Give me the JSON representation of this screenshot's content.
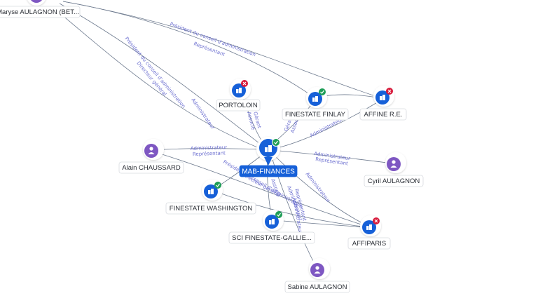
{
  "graph": {
    "center": {
      "name": "MAB-FINANCES"
    },
    "nodes": [
      {
        "id": "maryse",
        "label": "Maryse AULAGNON (BET...",
        "type": "person",
        "status": "none"
      },
      {
        "id": "portoloin",
        "label": "PORTOLOIN",
        "type": "company",
        "status": "inactive"
      },
      {
        "id": "finlay",
        "label": "FINESTATE FINLAY",
        "type": "company",
        "status": "active"
      },
      {
        "id": "affine",
        "label": "AFFINE R.E.",
        "type": "company",
        "status": "inactive"
      },
      {
        "id": "alain",
        "label": "Alain CHAUSSARD",
        "type": "person",
        "status": "none"
      },
      {
        "id": "cyril",
        "label": "Cyril AULAGNON",
        "type": "person",
        "status": "none"
      },
      {
        "id": "washington",
        "label": "FINESTATE WASHINGTON",
        "type": "company",
        "status": "active"
      },
      {
        "id": "gallie",
        "label": "SCI FINESTATE-GALLIE...",
        "type": "company",
        "status": "active"
      },
      {
        "id": "affiparis",
        "label": "AFFIPARIS",
        "type": "company",
        "status": "inactive"
      },
      {
        "id": "sabine",
        "label": "Sabine AULAGNON",
        "type": "person",
        "status": "none"
      }
    ],
    "edge_labels": [
      "Président du conseil d'administration",
      "Représentant",
      "Président du conseil d'administration",
      "Directeur général",
      "Administrateur",
      "Gérant",
      "Associé",
      "Gérant",
      "Associé",
      "Administrateur",
      "Administrateur",
      "Représentant",
      "Administrateur",
      "Représentant",
      "Administrateur",
      "Représentant",
      "Président du conseil d'administration",
      "Directeur général",
      "Associé",
      "Administrateur",
      "Administrateur"
    ],
    "colors": {
      "company": "#1660d8",
      "person": "#7e57c2",
      "active": "#1e9e57",
      "inactive": "#d81b3c",
      "edge": "#6d7a8e",
      "edge_label": "#6c6fd0"
    }
  }
}
